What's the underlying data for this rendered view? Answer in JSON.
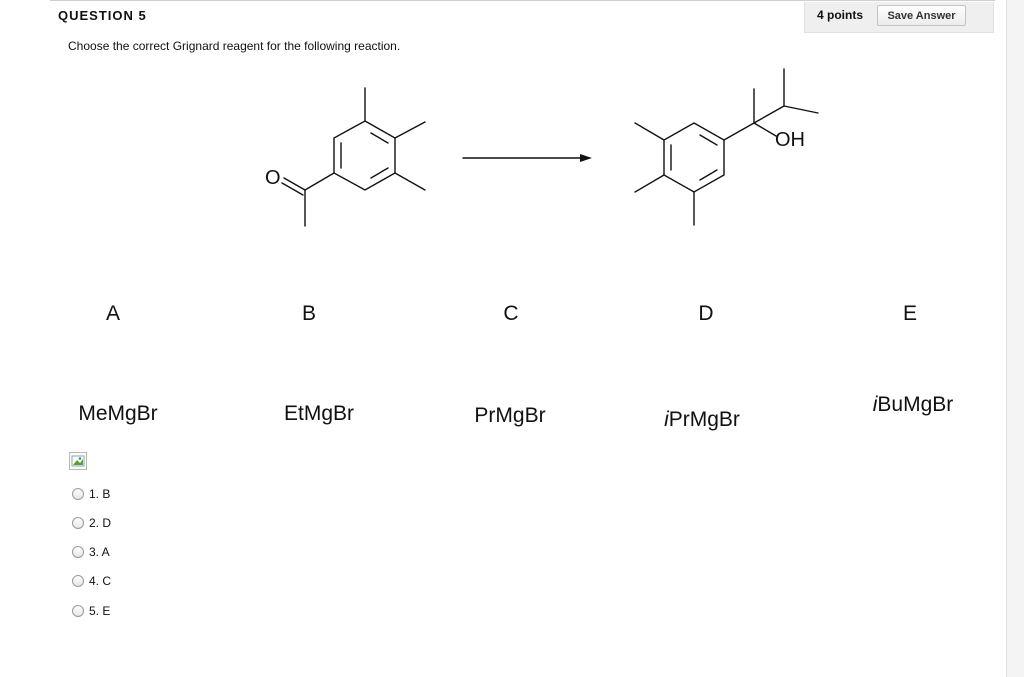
{
  "question": {
    "title": "QUESTION 5",
    "points": "4 points",
    "save_label": "Save Answer",
    "prompt": "Choose the correct Grignard reagent for the following reaction."
  },
  "reaction": {
    "carbonyl_atom": "O",
    "product_group": "OH"
  },
  "choices": [
    {
      "letter": "A",
      "reagent": "MeMgBr",
      "prefix": ""
    },
    {
      "letter": "B",
      "reagent": "EtMgBr",
      "prefix": ""
    },
    {
      "letter": "C",
      "reagent": "PrMgBr",
      "prefix": ""
    },
    {
      "letter": "D",
      "reagent": "PrMgBr",
      "prefix": "i"
    },
    {
      "letter": "E",
      "reagent": "BuMgBr",
      "prefix": "i"
    }
  ],
  "options": [
    {
      "label": "1. B"
    },
    {
      "label": "2. D"
    },
    {
      "label": "3. A"
    },
    {
      "label": "4. C"
    },
    {
      "label": "5. E"
    }
  ]
}
